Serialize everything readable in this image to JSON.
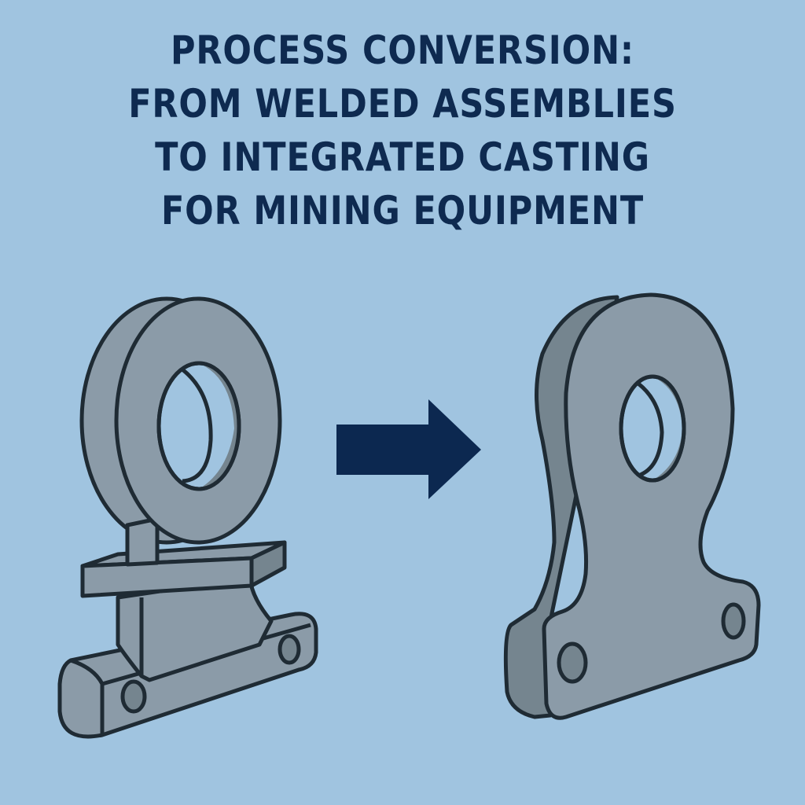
{
  "title": {
    "lines": [
      "PROCESS CONVERSION:",
      "FROM WELDED ASSEMBLIES",
      "TO INTEGRATED CASTING",
      "FOR MINING EQUIPMENT"
    ]
  },
  "colors": {
    "background": "#a0c4e0",
    "title": "#0e2a50",
    "part_fill": "#8b9ba8",
    "part_shadow": "#75858f",
    "outline": "#1f2b34",
    "arrow": "#0c2850"
  },
  "icons": {
    "left": "welded-assembly-icon",
    "middle": "arrow-right-icon",
    "right": "integrated-casting-icon"
  }
}
